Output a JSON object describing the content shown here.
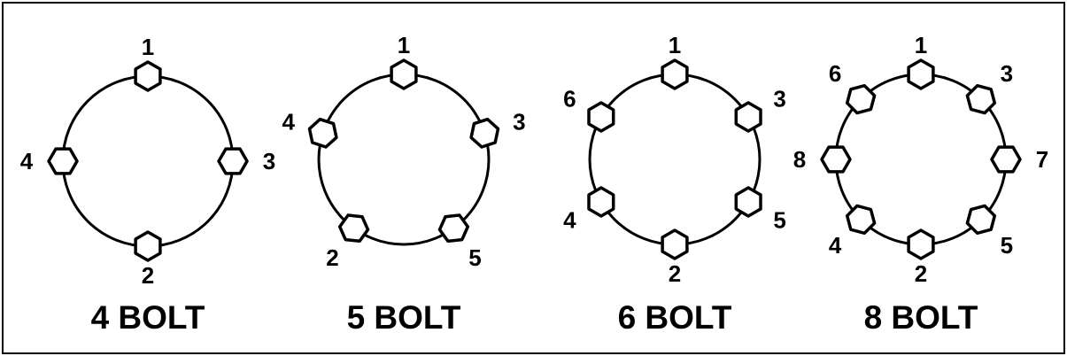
{
  "patterns": [
    {
      "caption": "4 BOLT",
      "bolt_count": 4,
      "bolt_order": [
        "1",
        "3",
        "2",
        "4"
      ]
    },
    {
      "caption": "5 BOLT",
      "bolt_count": 5,
      "bolt_order": [
        "1",
        "3",
        "5",
        "2",
        "4"
      ]
    },
    {
      "caption": "6 BOLT",
      "bolt_count": 6,
      "bolt_order": [
        "1",
        "3",
        "5",
        "2",
        "4",
        "6"
      ]
    },
    {
      "caption": "8 BOLT",
      "bolt_count": 8,
      "bolt_order": [
        "1",
        "3",
        "7",
        "5",
        "2",
        "4",
        "8",
        "6"
      ]
    }
  ],
  "colors": {
    "stroke": "#000000",
    "background": "#ffffff"
  }
}
